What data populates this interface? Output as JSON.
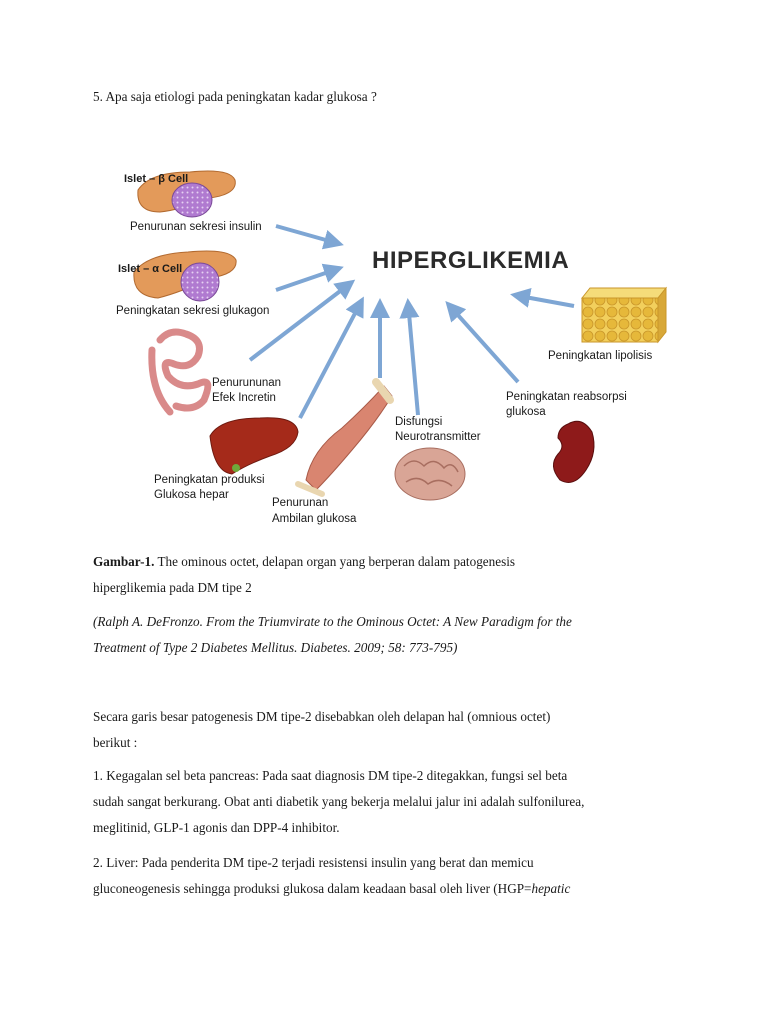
{
  "question": "5. Apa saja etiologi pada peningkatan kadar glukosa ?",
  "figure": {
    "title": "HIPERGLIKEMIA",
    "islet_beta": "Islet – β Cell",
    "islet_alpha": "Islet – α Cell",
    "labels": {
      "insulin": "Penurunan sekresi insulin",
      "glukagon": "Peningkatan sekresi glukagon",
      "incretin_1": "Penurununan",
      "incretin_2": "Efek Incretin",
      "hepar_1": "Peningkatan produksi",
      "hepar_2": "Glukosa hepar",
      "ambilan_1": "Penurunan",
      "ambilan_2": "Ambilan glukosa",
      "neuro_1": "Disfungsi",
      "neuro_2": "Neurotransmitter",
      "reab_1": "Peningkatan reabsorpsi",
      "reab_2": "glukosa",
      "lipolisis": "Peningkatan lipolisis"
    },
    "colors": {
      "arrow": "#7ea6d4",
      "pancreas": "#e39a5a",
      "islet": "#b07ad0",
      "liver": "#a52a1a",
      "kidney": "#8e1a1a",
      "brain": "#d9a596",
      "fat": "#e6b83a",
      "muscle": "#d98570"
    }
  },
  "caption": {
    "label": "Gambar-1.",
    "line1": " The ominous octet, delapan organ yang berperan dalam patogenesis",
    "line2": "hiperglikemia pada DM tipe 2"
  },
  "citation": {
    "line1": "(Ralph A. DeFronzo. From the Triumvirate to the Ominous Octet: A New Paradigm for the",
    "line2": "Treatment of Type 2 Diabetes Mellitus. Diabetes. 2009; 58: 773-795)"
  },
  "paragraphs": {
    "p1_l1": "Secara garis besar patogenesis DM tipe-2 disebabkan oleh delapan hal (omnious octet)",
    "p1_l2": "berikut :",
    "p2_l1": "1. Kegagalan sel beta pancreas: Pada saat diagnosis DM tipe-2 ditegakkan, fungsi sel beta",
    "p2_l2": "sudah sangat berkurang. Obat anti diabetik yang bekerja melalui jalur ini adalah sulfonilurea,",
    "p2_l3": "meglitinid, GLP-1 agonis dan DPP-4 inhibitor.",
    "p3_l1": "2. Liver: Pada penderita DM tipe-2 terjadi resistensi insulin yang berat dan memicu",
    "p3_l2": "gluconeogenesis sehingga produksi glukosa dalam keadaan basal oleh liver (HGP=",
    "p3_l2_italic": "hepatic"
  }
}
